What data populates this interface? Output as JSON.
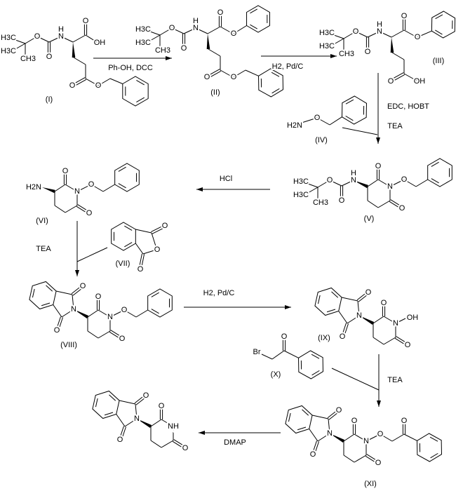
{
  "reagents": {
    "step1": "Ph-OH,  DCC",
    "step2": "H2,  Pd/C",
    "step3a": "EDC,  HOBT",
    "step3b": "TEA",
    "step4": "HCl",
    "step5": "TEA",
    "step6": "H2, Pd/C",
    "step7": "TEA",
    "step8": "DMAP"
  },
  "compounds": [
    {
      "id": "I",
      "label": "(I)",
      "atoms": [
        "H3C",
        "H3C",
        "CH3",
        "O",
        "O",
        "N",
        "H",
        "O",
        "OH",
        "O",
        "O"
      ]
    },
    {
      "id": "II",
      "label": "(II)",
      "atoms": [
        "H3C",
        "H3C",
        "CH3",
        "O",
        "O",
        "N",
        "H",
        "O",
        "O",
        "O",
        "O"
      ]
    },
    {
      "id": "III",
      "label": "(III)",
      "atoms": [
        "H3C",
        "H3C",
        "CH3",
        "O",
        "O",
        "N",
        "H",
        "O",
        "O",
        "O",
        "OH"
      ]
    },
    {
      "id": "IV",
      "label": "(IV)",
      "atoms": [
        "H2N",
        "O"
      ]
    },
    {
      "id": "V",
      "label": "(V)",
      "atoms": [
        "H3C",
        "H3C",
        "CH3",
        "O",
        "O",
        "N",
        "H",
        "O",
        "N",
        "O",
        "O"
      ]
    },
    {
      "id": "VI",
      "label": "(VI)",
      "atoms": [
        "H2N",
        "O",
        "N",
        "O",
        "O"
      ]
    },
    {
      "id": "VII",
      "label": "(VII)",
      "atoms": [
        "O",
        "O",
        "O"
      ]
    },
    {
      "id": "VIII",
      "label": "(VIII)",
      "atoms": [
        "O",
        "N",
        "O",
        "O",
        "N",
        "O",
        "O"
      ]
    },
    {
      "id": "IX",
      "label": "(IX)",
      "atoms": [
        "O",
        "N",
        "O",
        "O",
        "N",
        "O",
        "OH"
      ]
    },
    {
      "id": "X",
      "label": "(X)",
      "atoms": [
        "Br",
        "O"
      ]
    },
    {
      "id": "XI",
      "label": "(XI)",
      "atoms": [
        "O",
        "N",
        "O",
        "O",
        "N",
        "O",
        "O",
        "O"
      ]
    },
    {
      "id": "product",
      "label": "",
      "atoms": [
        "O",
        "N",
        "O",
        "O",
        "NH",
        "O"
      ]
    }
  ]
}
